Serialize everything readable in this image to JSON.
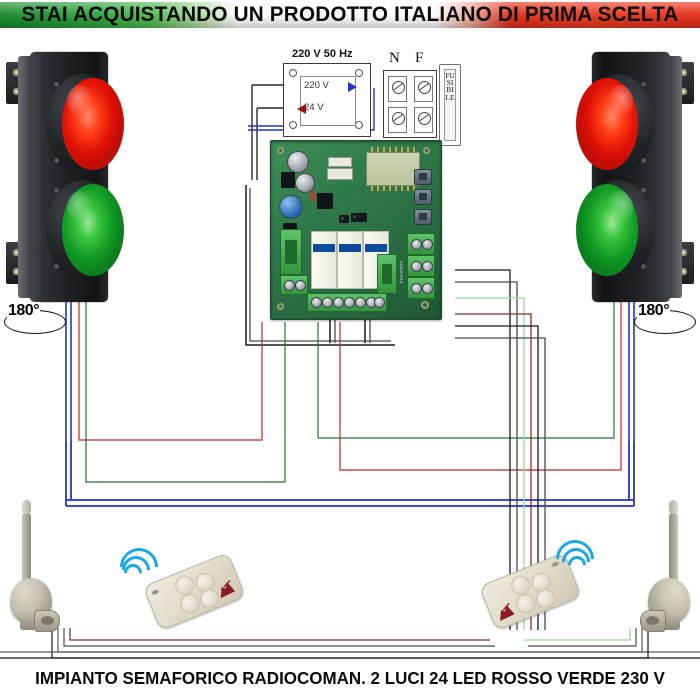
{
  "header": {
    "text": "STAI ACQUISTANDO UN PRODOTTO ITALIANO DI PRIMA SCELTA",
    "flag_colors": {
      "green": "#1a8a2e",
      "white": "#ffffff",
      "red": "#e4301b"
    }
  },
  "caption": {
    "text": "IMPIANTO SEMAFORICO RADIOCOMAN. 2 LUCI 24 LED ROSSO VERDE 230 V"
  },
  "diagram": {
    "title_mains": "220 V 50 Hz",
    "transformer": {
      "primary_label": "220 V",
      "secondary_label": "24 V",
      "primary_arrow_color": "#2233cc",
      "secondary_arrow_color": "#9b1212"
    },
    "terminals": {
      "neutral": "N",
      "phase": "F"
    },
    "fuse_label": "FUSIBILE",
    "rotation_label_left": "180°",
    "rotation_label_right": "180°",
    "traffic_light_left": {
      "top_lamp": "rosso",
      "bottom_lamp": "verde",
      "top_color": "#e01005",
      "bottom_color": "#119a23",
      "housing_color": "#1b1d20"
    },
    "traffic_light_right": {
      "top_lamp": "rosso",
      "bottom_lamp": "verde",
      "top_color": "#e01005",
      "bottom_color": "#119a23",
      "housing_color": "#1b1d20"
    },
    "control_board": {
      "type": "scheda elettronica",
      "pcb_color": "#2f7a4a",
      "has_lcd": true,
      "relay_count": 3,
      "button_count": 3
    },
    "remote_left": {
      "buttons": 4,
      "body_color": "#e3ddcc",
      "wave_color": "#18a8e8"
    },
    "remote_right": {
      "buttons": 4,
      "body_color": "#e3ddcc",
      "wave_color": "#18a8e8"
    },
    "antenna_left": {
      "body_color": "#c3bead"
    },
    "antenna_right": {
      "body_color": "#c3bead"
    },
    "wire_colors": {
      "blue": "#2233cc",
      "red": "#cc2222",
      "dark_red": "#8b2b2b",
      "green": "#1d7a2b",
      "light_green": "#8ee08e",
      "black": "#111111",
      "grey": "#5a5a5a"
    }
  }
}
